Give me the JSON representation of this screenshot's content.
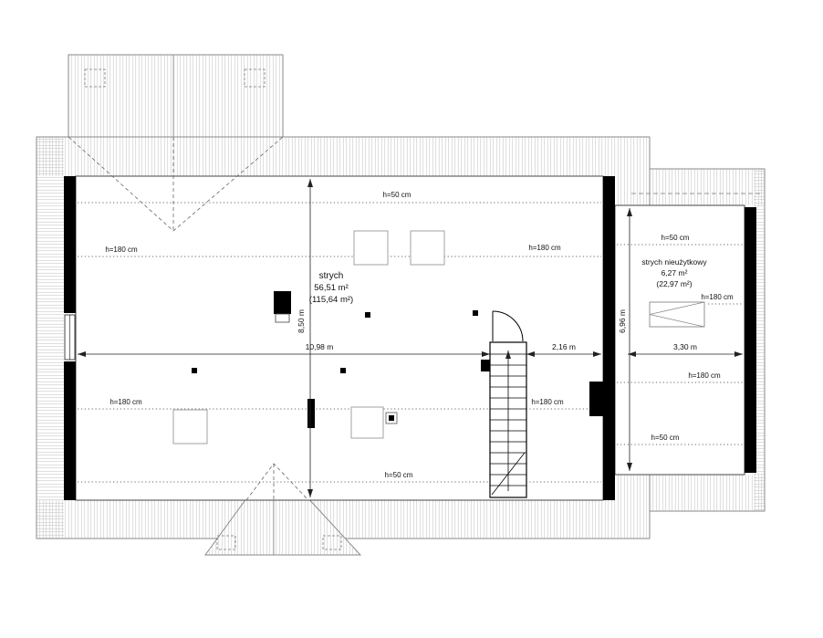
{
  "plan": {
    "main_room": {
      "name": "strych",
      "area_net": "56,51 m²",
      "area_gross": "(115,64 m²)"
    },
    "side_room": {
      "name": "strych nieużytkowy",
      "area_net": "6,27 m²",
      "area_gross": "(22,97 m²)"
    },
    "heights": {
      "h50": "h=50 cm",
      "h180": "h=180 cm"
    },
    "dimensions": {
      "main_width": "10,98 m",
      "stair_bay_width": "2,16 m",
      "side_width": "3,30 m",
      "main_depth": "8,50 m",
      "side_depth": "6,96 m"
    },
    "colors": {
      "walls": "#000000",
      "roof_hatch": "#c6c6c6",
      "roof_outline": "#8a8a8a",
      "background": "#ffffff"
    }
  }
}
